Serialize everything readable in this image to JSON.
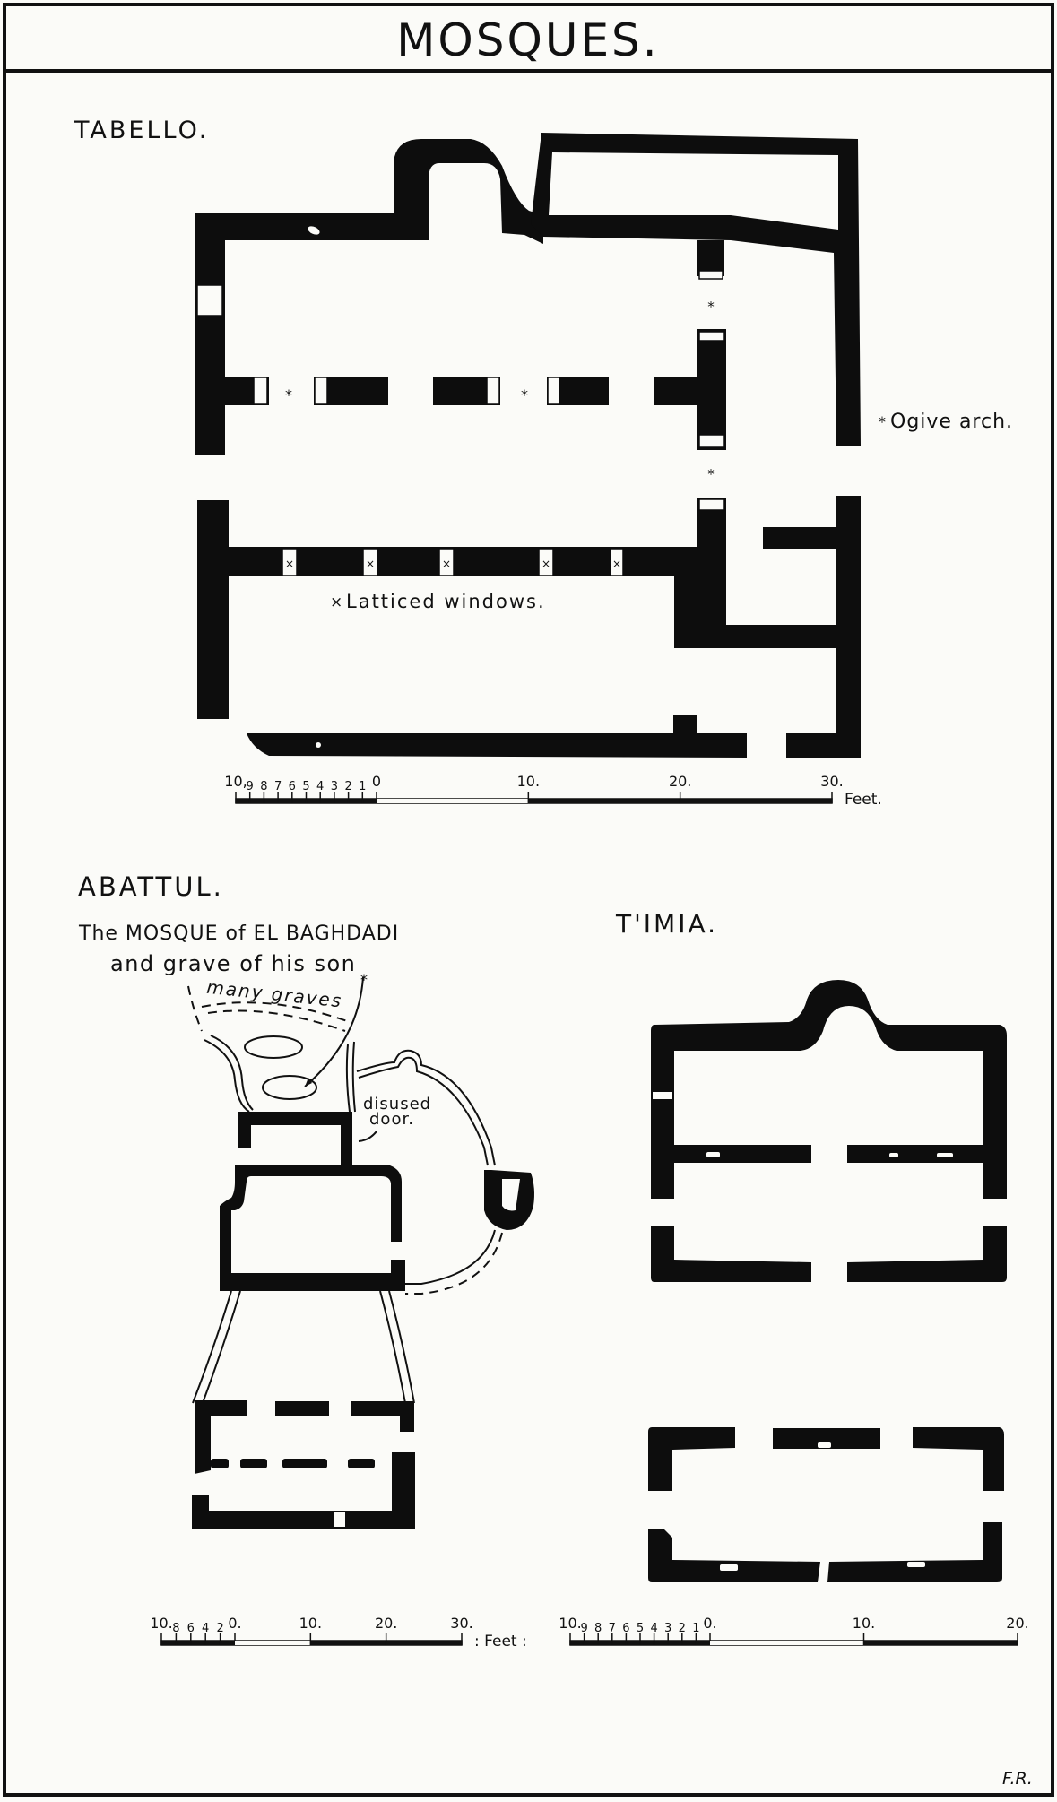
{
  "page": {
    "title": "MOSQUES.",
    "signature": "F.R."
  },
  "tabello": {
    "heading": "TABELLO.",
    "legend_ogive": "Ogive arch.",
    "legend_ogive_marker": "*",
    "legend_latticed": "Latticed windows.",
    "legend_latticed_marker": "×",
    "window_marker": "×",
    "arch_marker": "*",
    "scale": {
      "unit_label": "Feet.",
      "small_ticks": [
        "10,",
        "9",
        "8",
        "7",
        "6",
        "5",
        "4",
        "3",
        "2",
        "1",
        "0"
      ],
      "major_ticks": [
        "10.",
        "20.",
        "30."
      ]
    }
  },
  "abattul": {
    "heading": "ABATTUL.",
    "caption_line1": "The MOSQUE of EL BAGHDADI",
    "caption_line2": "and grave of his son",
    "note_graves": "many graves",
    "note_door_line1": "disused",
    "note_door_line2": "door.",
    "scale": {
      "unit_label": ": Feet :",
      "small_ticks": [
        "10.",
        "8",
        "6",
        "4",
        "2",
        "0."
      ],
      "major_ticks": [
        "10.",
        "20.",
        "30."
      ]
    }
  },
  "timia": {
    "heading": "T'IMIA.",
    "scale": {
      "small_ticks": [
        "10.",
        "9",
        "8",
        "7",
        "6",
        "5",
        "4",
        "3",
        "2",
        "1",
        "0."
      ],
      "major_ticks": [
        "10.",
        "20."
      ]
    }
  }
}
